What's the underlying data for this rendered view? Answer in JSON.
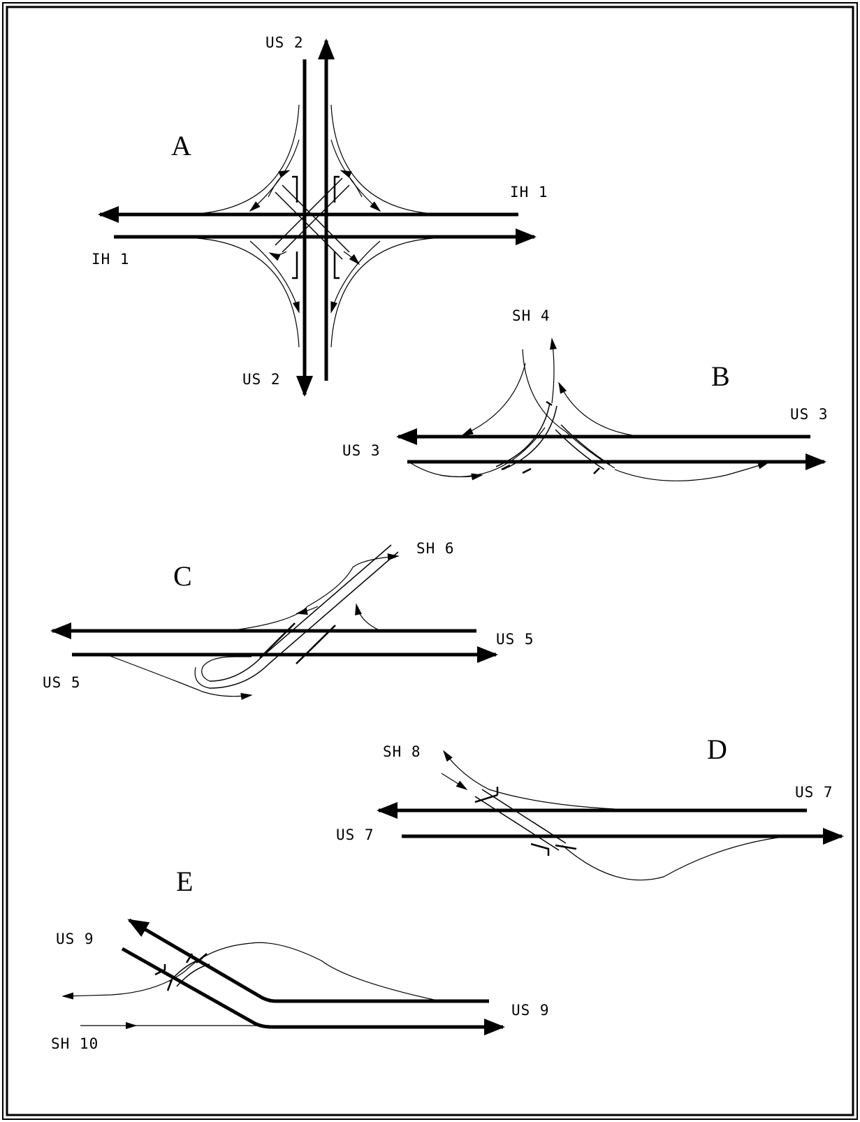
{
  "interchanges": [
    {
      "id": "A",
      "letter": "A",
      "labels": {
        "ns_north": "US 2",
        "ns_south": "US 2",
        "ew_east": "IH 1",
        "ew_west": "IH 1"
      }
    },
    {
      "id": "B",
      "letter": "B",
      "labels": {
        "cross": "SH 4",
        "main_east": "US 3",
        "main_west": "US 3"
      }
    },
    {
      "id": "C",
      "letter": "C",
      "labels": {
        "cross": "SH 6",
        "main_east": "US 5",
        "main_west": "US 5"
      }
    },
    {
      "id": "D",
      "letter": "D",
      "labels": {
        "cross": "SH 8",
        "main_east": "US 7",
        "main_west": "US 7"
      }
    },
    {
      "id": "E",
      "letter": "E",
      "labels": {
        "main_upper": "US 9",
        "main_lower": "US 9",
        "cross": "SH 10"
      }
    }
  ]
}
